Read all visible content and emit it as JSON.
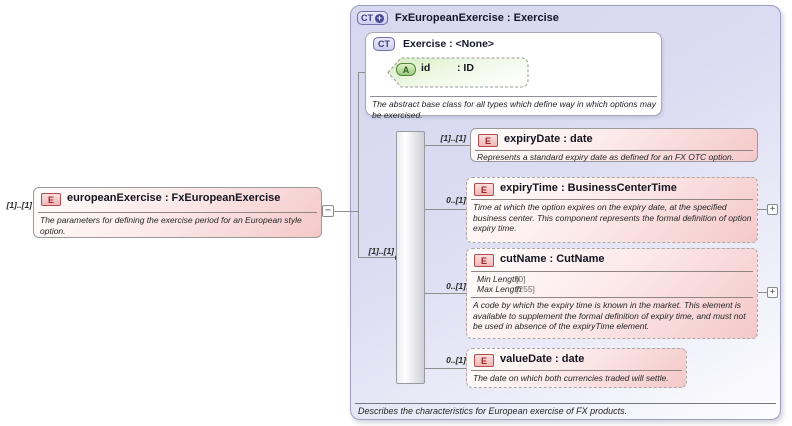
{
  "icons": {
    "collapse": "−",
    "expand": "+",
    "plus": "+"
  },
  "root_element": {
    "cardinality": "[1]..[1]",
    "badge": "E",
    "title": "europeanExercise : FxEuropeanExercise",
    "description": "The parameters for defining the exercise period for an European style option."
  },
  "container": {
    "badge": "CT",
    "title": "FxEuropeanExercise : Exercise",
    "footer": "Describes the characteristics for European exercise of FX products.",
    "base_type": {
      "badge": "CT",
      "title": "Exercise : <None>",
      "description": "The abstract base class for all types which define way in which options may be exercised.",
      "attribute": {
        "badge": "A",
        "name": "id",
        "type": ": ID"
      }
    },
    "sequence": {
      "cardinality": "[1]..[1]"
    },
    "children": [
      {
        "cardinality": "[1]..[1]",
        "badge": "E",
        "title": "expiryDate : date",
        "description": "Represents a standard expiry date as defined for an FX OTC option."
      },
      {
        "cardinality": "0..[1]",
        "badge": "E",
        "title": "expiryTime : BusinessCenterTime",
        "description": "Time at which the option expires on the expiry date, at the specified business center. This component represents the formal definition of option expiry time."
      },
      {
        "cardinality": "0..[1]",
        "badge": "E",
        "title": "cutName : CutName",
        "facets": [
          {
            "label": "Min Length",
            "value": "[0]"
          },
          {
            "label": "Max Length",
            "value": "[255]"
          }
        ],
        "description": "A code by which the expiry time is known in the market. This element is available to supplement the formal definition of expiry time, and must not be used in absence of the expiryTime element."
      },
      {
        "cardinality": "0..[1]",
        "badge": "E",
        "title": "valueDate : date",
        "description": "The date on which both currencies traded will settle."
      }
    ]
  }
}
